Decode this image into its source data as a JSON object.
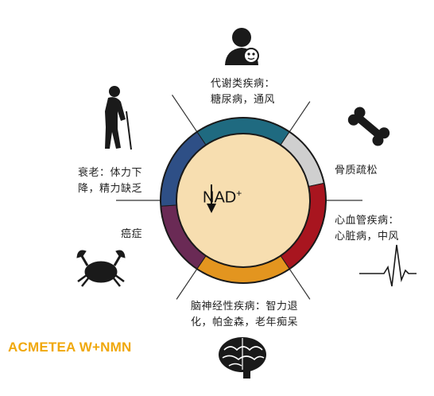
{
  "center": {
    "arrow": "↓",
    "label": "NAD",
    "superscript": "+"
  },
  "segments": [
    {
      "id": "metabolic",
      "lines": [
        "代谢类疾病：",
        "糖尿病，通风"
      ],
      "color": "#1f6a80",
      "icon": "person-icon"
    },
    {
      "id": "bone",
      "lines": [
        "骨质疏松"
      ],
      "color": "#cfcfcf",
      "icon": "bone-icon"
    },
    {
      "id": "cardio",
      "lines": [
        "心血管疾病：",
        "心脏病，中风"
      ],
      "color": "#a8151f",
      "icon": "heartbeat-icon"
    },
    {
      "id": "neuro",
      "lines": [
        "脑神经性疾病：智力退",
        "化，帕金森，老年痴呆"
      ],
      "color": "#e3951f",
      "icon": "brain-icon"
    },
    {
      "id": "cancer",
      "lines": [
        "癌症"
      ],
      "color": "#6a2a55",
      "icon": "crab-icon"
    },
    {
      "id": "aging",
      "lines": [
        "衰老：体力下",
        "降，精力缺乏"
      ],
      "color": "#2e4f86",
      "icon": "elderly-icon"
    }
  ],
  "brand": "ACMETEA W+NMN",
  "colors": {
    "inner_fill": "#f7deb0",
    "ring_outline": "#1a1a1a",
    "brand": "#f0a80c"
  }
}
